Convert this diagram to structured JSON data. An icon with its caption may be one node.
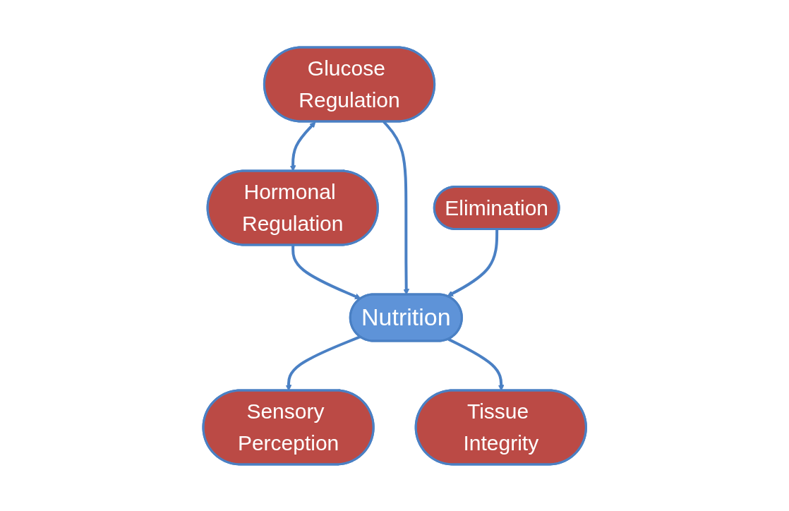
{
  "diagram": {
    "nodes": [
      {
        "text": [
          "Hormonal Regulation"
        ]
      },
      {
        "text": [
          "Glucose Regulation"
        ]
      },
      {
        "text": [
          "Elimination"
        ]
      },
      {
        "text": [
          "Nutrition"
        ]
      },
      {
        "text": [
          "Sensory Perception"
        ]
      },
      {
        "text": [
          "Tissue Integrity"
        ]
      }
    ],
    "edges": [
      {
        "from": 1,
        "to": 0,
        "arrow": "both"
      },
      {
        "from": 0,
        "to": 3,
        "arrow": "to"
      },
      {
        "from": 1,
        "to": 3,
        "arrow": "to"
      },
      {
        "from": 2,
        "to": 3,
        "arrow": "to"
      },
      {
        "from": 3,
        "to": 4,
        "arrow": "to"
      },
      {
        "from": 3,
        "to": 5,
        "arrow": "to"
      }
    ]
  }
}
